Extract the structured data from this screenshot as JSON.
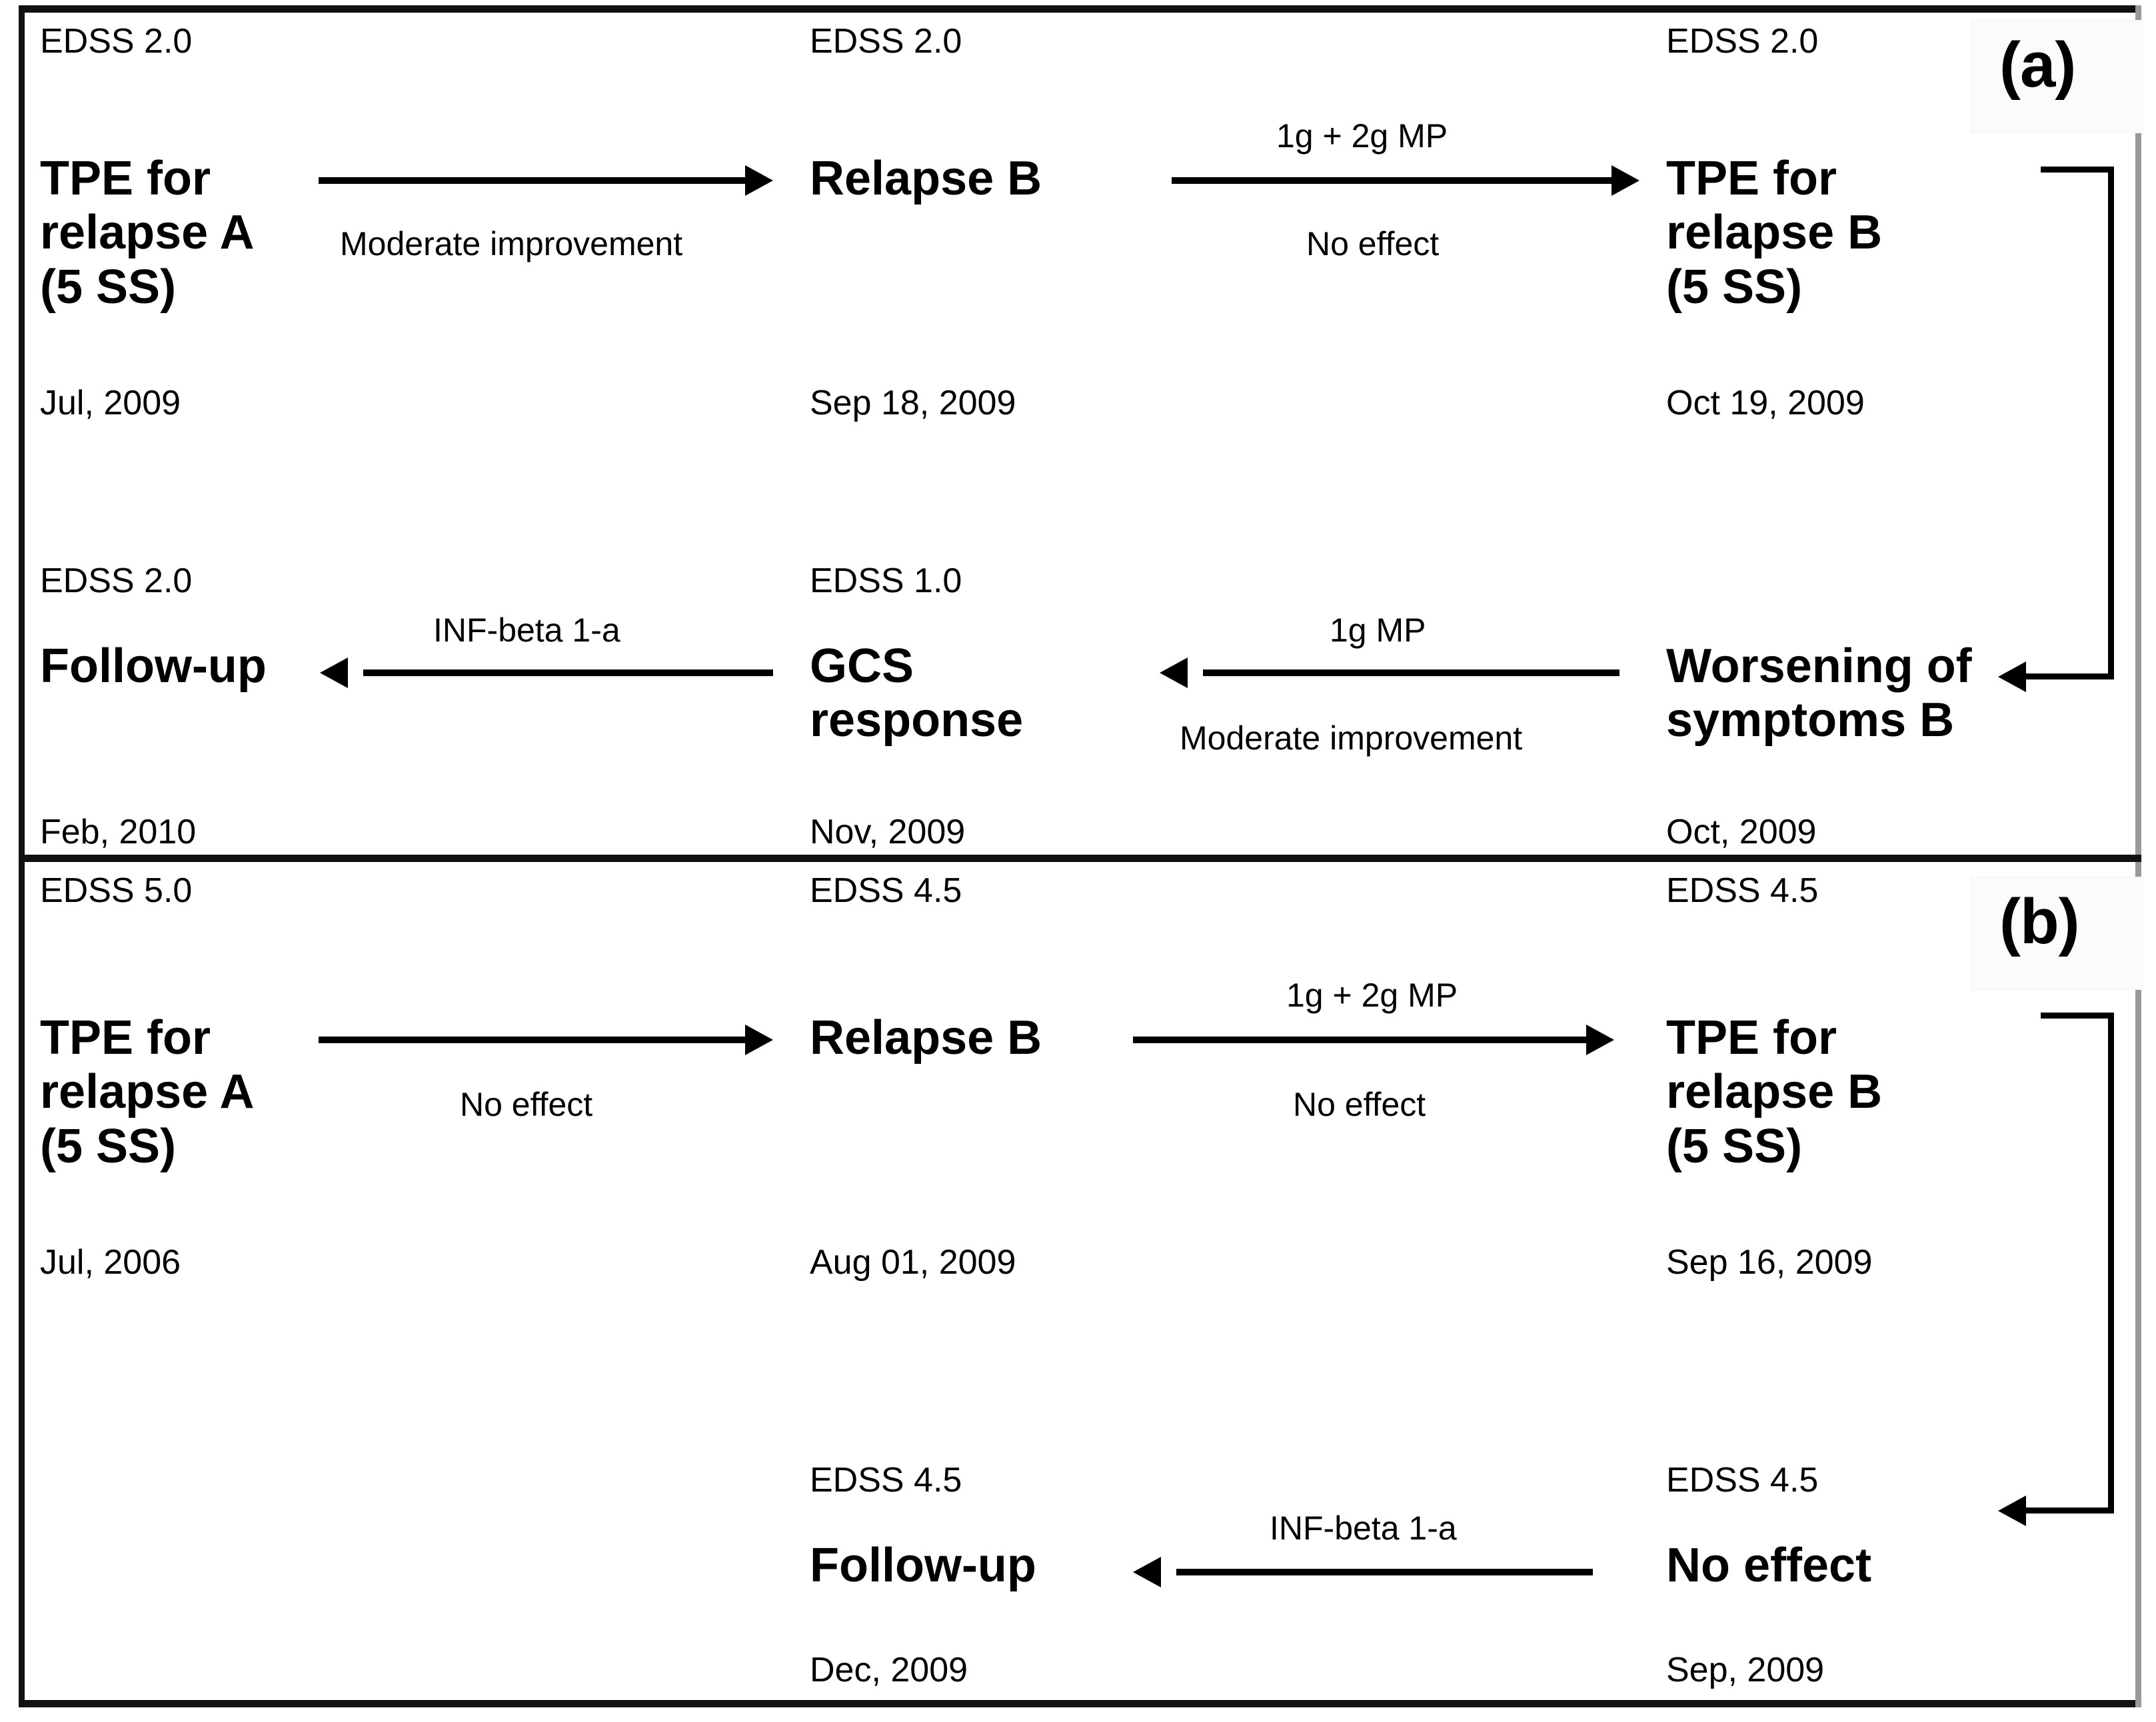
{
  "figure": {
    "panels": [
      {
        "id": "a",
        "label": "(a)",
        "rows": [
          {
            "id": "a-row-1",
            "cells": [
              {
                "edss": "EDSS 2.0",
                "node": "TPE for\nrelapse A\n(5 SS)",
                "date": "Jul, 2009"
              },
              {
                "edss": "EDSS 2.0",
                "node": "Relapse B",
                "date": "Sep 18, 2009"
              },
              {
                "edss": "EDSS 2.0",
                "node": "TPE for\nrelapse B\n(5 SS)",
                "date": "Oct 19, 2009"
              }
            ],
            "edges": [
              {
                "direction": "right",
                "above": "",
                "below": "Moderate improvement"
              },
              {
                "direction": "right",
                "above": "1g + 2g MP",
                "below": "No effect"
              }
            ]
          },
          {
            "id": "a-row-2",
            "cells": [
              {
                "edss": "EDSS 2.0",
                "node": "Follow-up",
                "date": "Feb, 2010"
              },
              {
                "edss": "EDSS 1.0",
                "node": "GCS\nresponse",
                "date": "Nov, 2009"
              },
              {
                "edss": "",
                "node": "Worsening of\nsymptoms B",
                "date": "Oct, 2009"
              }
            ],
            "edges": [
              {
                "direction": "left",
                "above": "INF-beta 1-a",
                "below": ""
              },
              {
                "direction": "left",
                "above": "1g MP",
                "below": "Moderate improvement"
              }
            ]
          }
        ],
        "connector": {
          "from": "TPE for relapse B (5 SS)",
          "to": "Worsening of symptoms B"
        }
      },
      {
        "id": "b",
        "label": "(b)",
        "rows": [
          {
            "id": "b-row-1",
            "cells": [
              {
                "edss": "EDSS 5.0",
                "node": "TPE for\nrelapse A\n(5 SS)",
                "date": "Jul, 2006"
              },
              {
                "edss": "EDSS 4.5",
                "node": "Relapse B",
                "date": "Aug 01, 2009"
              },
              {
                "edss": "EDSS 4.5",
                "node": "TPE for\nrelapse B\n(5 SS)",
                "date": "Sep 16, 2009"
              }
            ],
            "edges": [
              {
                "direction": "right",
                "above": "",
                "below": "No effect"
              },
              {
                "direction": "right",
                "above": "1g + 2g MP",
                "below": "No effect"
              }
            ]
          },
          {
            "id": "b-row-2",
            "cells": [
              {
                "edss": "",
                "node": "",
                "date": ""
              },
              {
                "edss": "EDSS 4.5",
                "node": "Follow-up",
                "date": "Dec, 2009"
              },
              {
                "edss": "EDSS 4.5",
                "node": "No effect",
                "date": "Sep, 2009"
              }
            ],
            "edges": [
              {
                "direction": "left",
                "above": "INF-beta 1-a",
                "below": ""
              }
            ]
          }
        ],
        "connector": {
          "from": "TPE for relapse B (5 SS)",
          "to": "No effect"
        }
      }
    ]
  }
}
